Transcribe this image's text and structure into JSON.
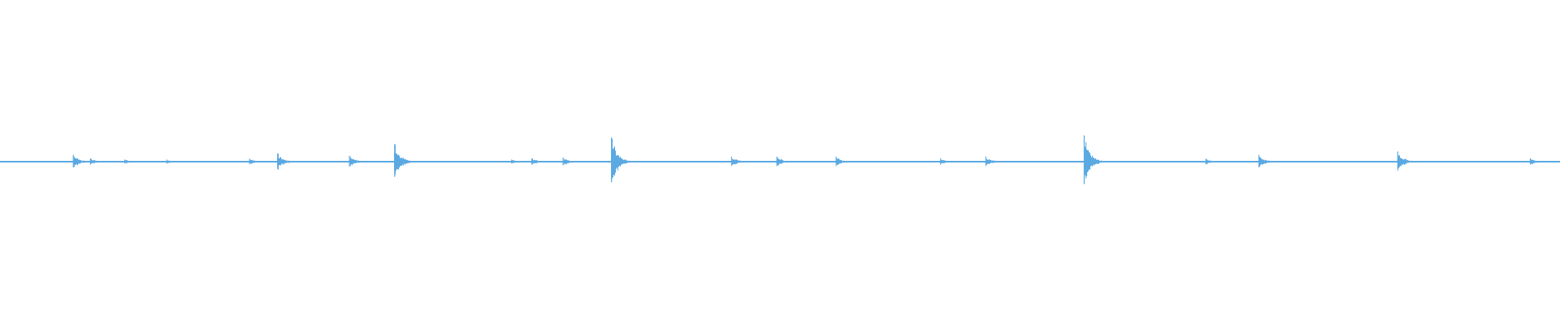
{
  "waveform": {
    "color": "#5aa9e2",
    "background": "#ffffff",
    "baseline_amplitude": 0.018,
    "transients": [
      {
        "position": 0.047,
        "amplitude": 0.16
      },
      {
        "position": 0.058,
        "amplitude": 0.08
      },
      {
        "position": 0.08,
        "amplitude": 0.05
      },
      {
        "position": 0.107,
        "amplitude": 0.05
      },
      {
        "position": 0.16,
        "amplitude": 0.07
      },
      {
        "position": 0.178,
        "amplitude": 0.2
      },
      {
        "position": 0.224,
        "amplitude": 0.14
      },
      {
        "position": 0.253,
        "amplitude": 0.42
      },
      {
        "position": 0.328,
        "amplitude": 0.05
      },
      {
        "position": 0.341,
        "amplitude": 0.08
      },
      {
        "position": 0.361,
        "amplitude": 0.1
      },
      {
        "position": 0.392,
        "amplitude": 0.57
      },
      {
        "position": 0.469,
        "amplitude": 0.12
      },
      {
        "position": 0.498,
        "amplitude": 0.12
      },
      {
        "position": 0.536,
        "amplitude": 0.12
      },
      {
        "position": 0.603,
        "amplitude": 0.08
      },
      {
        "position": 0.632,
        "amplitude": 0.12
      },
      {
        "position": 0.695,
        "amplitude": 0.62
      },
      {
        "position": 0.773,
        "amplitude": 0.07
      },
      {
        "position": 0.807,
        "amplitude": 0.16
      },
      {
        "position": 0.896,
        "amplitude": 0.24
      },
      {
        "position": 0.981,
        "amplitude": 0.08
      }
    ]
  }
}
